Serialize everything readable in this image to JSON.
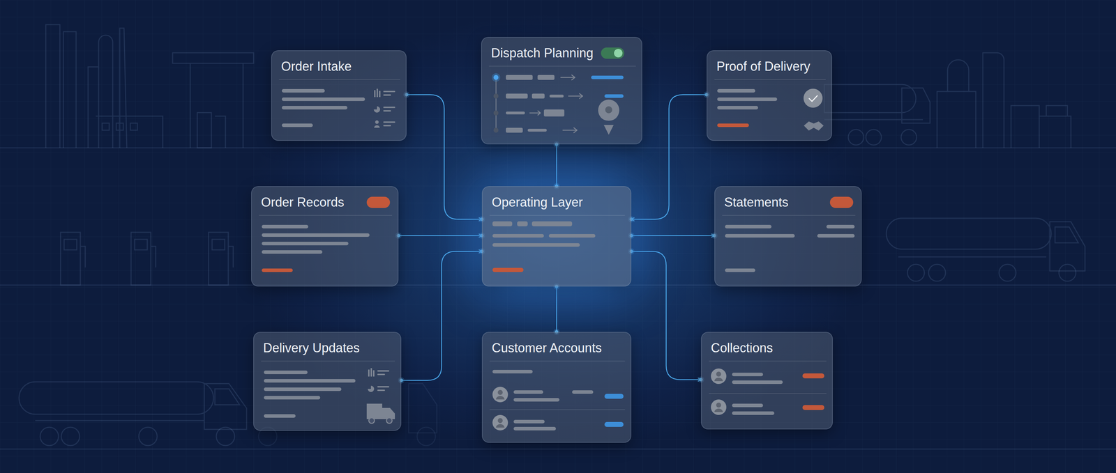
{
  "diagram": {
    "nodes": [
      {
        "text": [
          "Order Intake"
        ]
      },
      {
        "text": [
          "Dispatch Planning"
        ]
      },
      {
        "text": [
          "Proof of Delivery"
        ]
      },
      {
        "text": [
          "Order Records"
        ]
      },
      {
        "text": [
          "Operating Layer"
        ]
      },
      {
        "text": [
          "Statements"
        ]
      },
      {
        "text": [
          "Delivery Updates"
        ]
      },
      {
        "text": [
          "Customer Accounts"
        ]
      },
      {
        "text": [
          "Collections"
        ]
      }
    ],
    "edges": [
      {
        "from": 0,
        "to": 4,
        "arrow": "to"
      },
      {
        "from": 1,
        "to": 4,
        "arrow": "none"
      },
      {
        "from": 2,
        "to": 4,
        "arrow": "to"
      },
      {
        "from": 3,
        "to": 4,
        "arrow": "to"
      },
      {
        "from": 4,
        "to": 5,
        "arrow": "to"
      },
      {
        "from": 6,
        "to": 4,
        "arrow": "to"
      },
      {
        "from": 4,
        "to": 7,
        "arrow": "none"
      },
      {
        "from": 4,
        "to": 8,
        "arrow": "to"
      }
    ]
  }
}
